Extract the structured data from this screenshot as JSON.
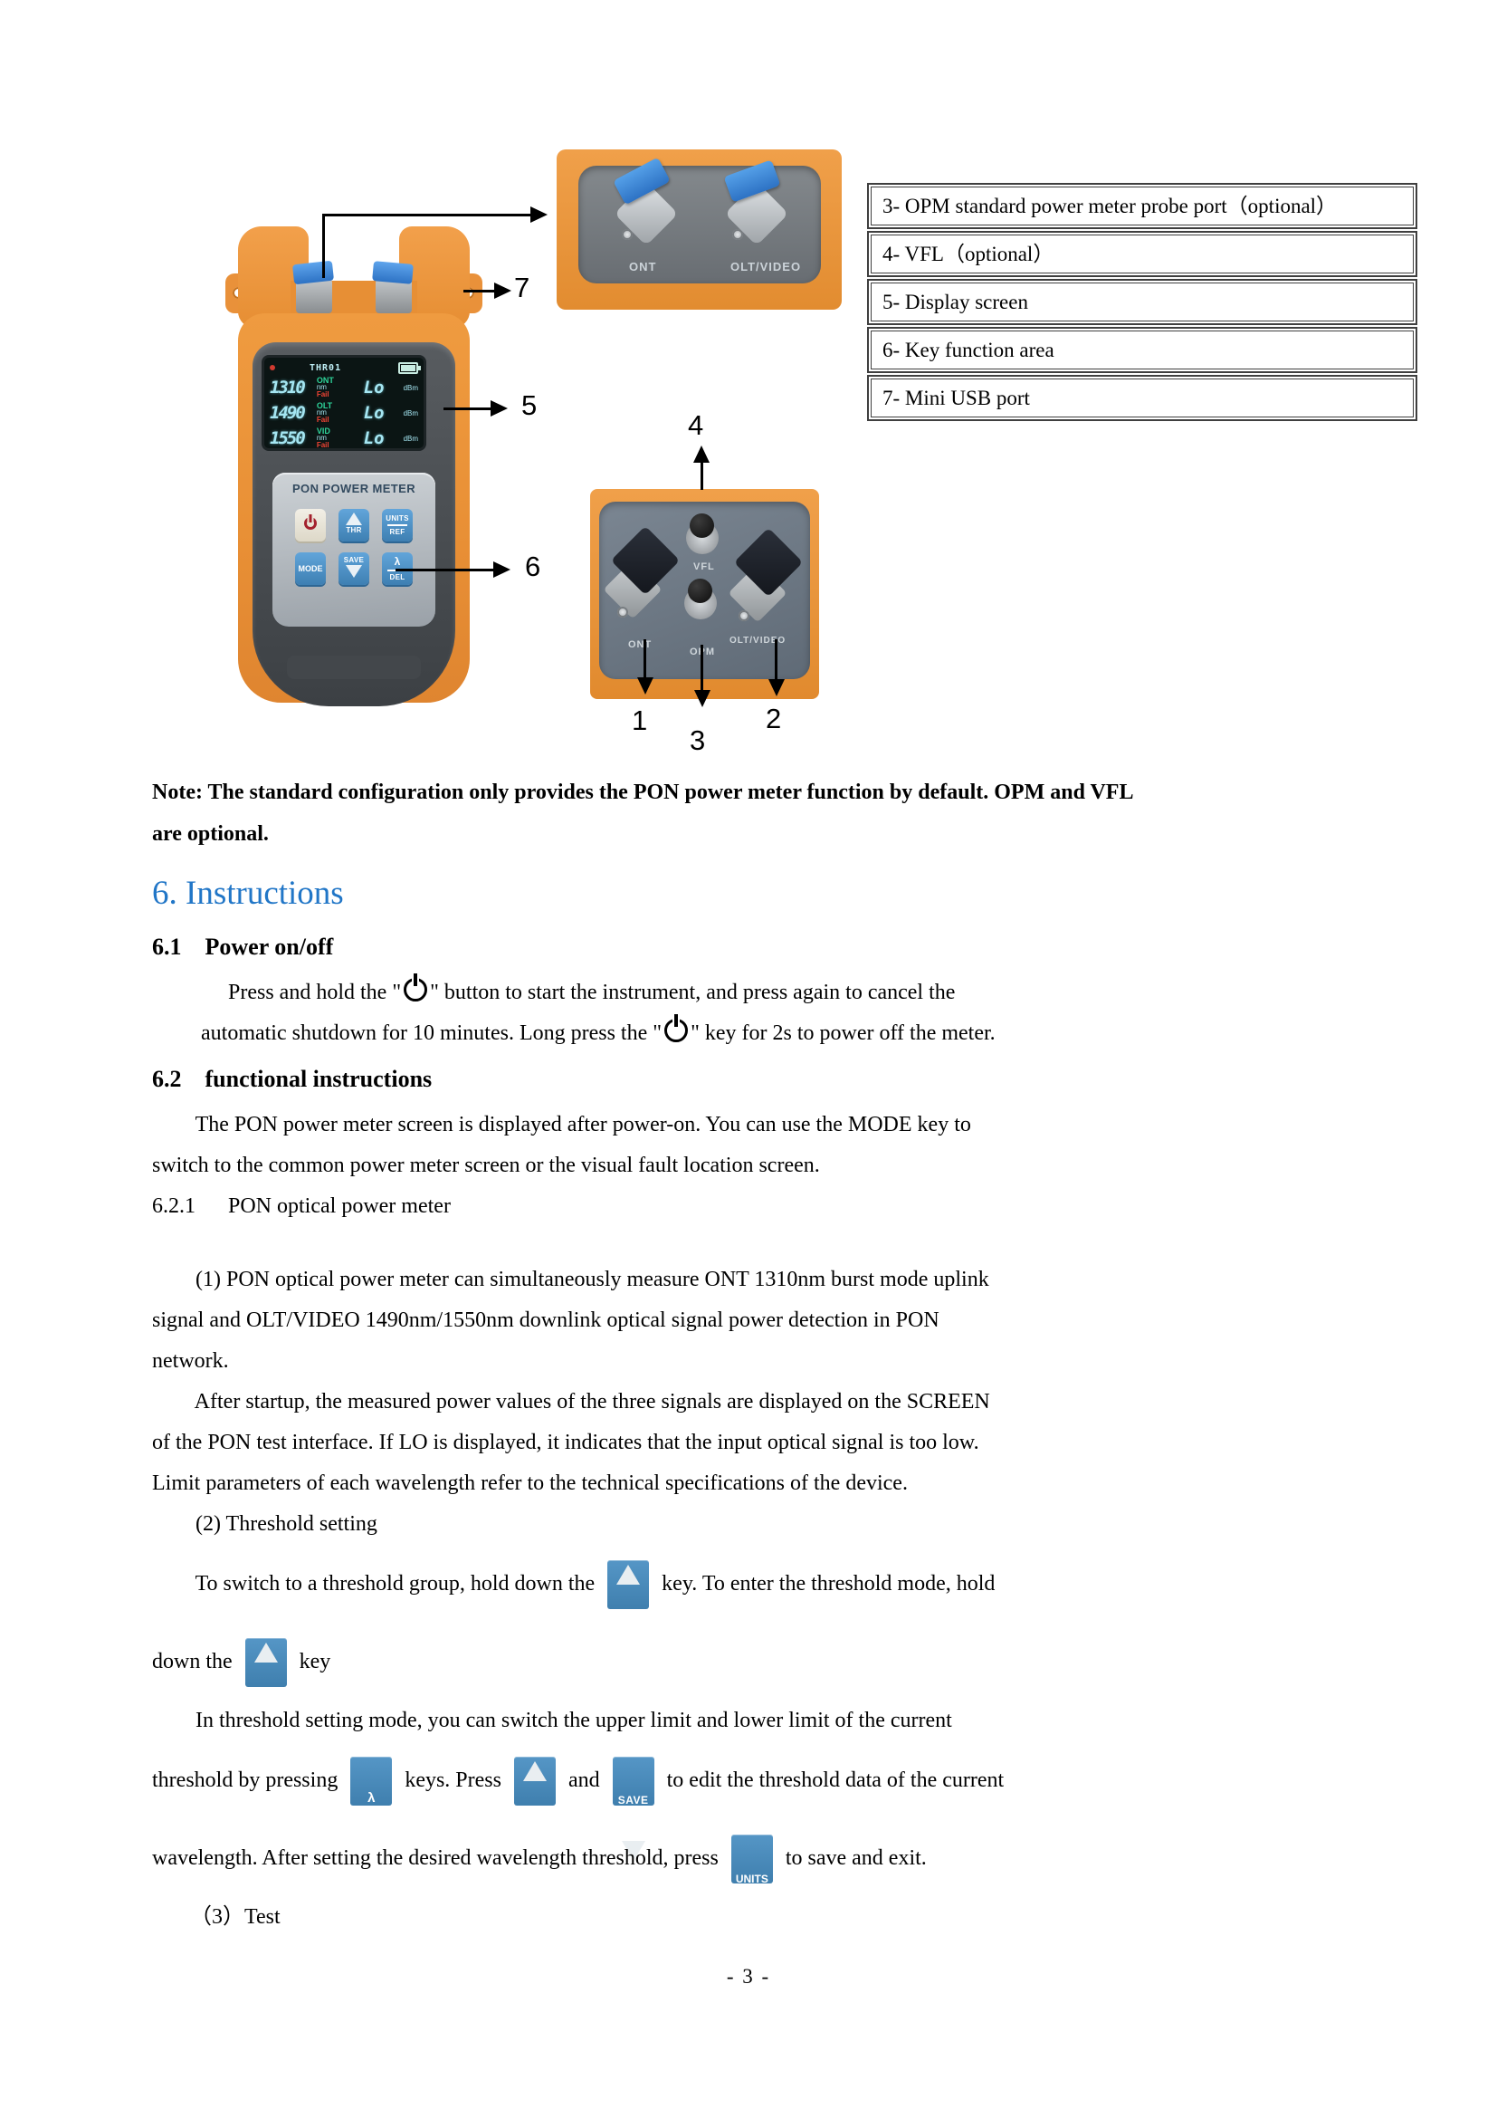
{
  "colors": {
    "heading_blue": "#2176c7",
    "device_orange": "#ee9a3c",
    "key_blue": "#4a8fc2",
    "lcd_cyan": "#a5e6f2",
    "lcd_green": "#2ed49a",
    "fail_red": "#ef4434",
    "sc_blue": "#2f82d8"
  },
  "figures": {
    "front_device": {
      "brand": "PON POWER METER",
      "lcd": {
        "status": "THR01",
        "rows": [
          {
            "wl": "1310",
            "tag": "ONT",
            "unit": "nm",
            "status": "Fail",
            "value": "Lo",
            "vunit": "dBm"
          },
          {
            "wl": "1490",
            "tag": "OLT",
            "unit": "nm",
            "status": "Fail",
            "value": "Lo",
            "vunit": "dBm"
          },
          {
            "wl": "1550",
            "tag": "VID",
            "unit": "nm",
            "status": "Fail",
            "value": "Lo",
            "vunit": "dBm"
          }
        ]
      },
      "keys": {
        "thr": "THR",
        "units": "UNITS",
        "ref": "REF",
        "mode": "MODE",
        "save": "SAVE",
        "lambda": "λ",
        "del": "DEL"
      }
    },
    "top_view": {
      "left_label": "ONT",
      "right_label": "OLT/VIDEO"
    },
    "bottom_view": {
      "ont": "ONT",
      "vfl": "VFL",
      "opm": "OPM",
      "olt": "OLT/VIDEO"
    },
    "callouts": [
      "1",
      "2",
      "3",
      "4",
      "5",
      "6",
      "7"
    ]
  },
  "legend_table": {
    "rows": [
      "3- OPM standard power meter probe port（optional）",
      "4- VFL（optional）",
      "5- Display screen",
      "6- Key function area",
      "7- Mini USB port"
    ]
  },
  "key_icons": {
    "power": {
      "style": "power"
    },
    "thr": {
      "style": "tri-up",
      "label": "THR"
    },
    "save": {
      "style": "tri-down",
      "label": "SAVE"
    },
    "lambda_del": {
      "style": "split",
      "top": "λ",
      "bottom": "DEL",
      "glyph_top": true
    },
    "units_ref": {
      "style": "split",
      "top": "UNITS",
      "bottom": "REF",
      "glyph_top": false
    }
  },
  "lines": [
    {
      "c": "b",
      "s": [
        {
          "t": "Note: The standard configuration only provides the PON power meter function by default. OPM and VFL"
        }
      ]
    },
    {
      "c": "b",
      "s": [
        {
          "t": "are optional."
        }
      ]
    },
    {
      "c": "h1",
      "s": [
        {
          "t": "6. Instructions"
        }
      ]
    },
    {
      "c": "h2",
      "s": [
        {
          "t": "6.1    Power on/off"
        }
      ]
    },
    {
      "c": "",
      "s": [
        {
          "t": "              Press and hold the \""
        },
        {
          "i": "power"
        },
        {
          "t": "\" button to start the instrument, and press again to cancel the"
        }
      ]
    },
    {
      "c": "",
      "s": [
        {
          "t": "         automatic shutdown for 10 minutes. Long press the \""
        },
        {
          "i": "power"
        },
        {
          "t": "\" key for 2s to power off the meter."
        }
      ]
    },
    {
      "c": "h2",
      "s": [
        {
          "t": "6.2    functional instructions"
        }
      ]
    },
    {
      "c": "",
      "s": [
        {
          "t": "        The PON power meter screen is displayed after power-on. You can use the MODE key to"
        }
      ]
    },
    {
      "c": "",
      "s": [
        {
          "t": "switch to the common power meter screen or the visual fault location screen."
        }
      ]
    },
    {
      "c": "",
      "s": [
        {
          "t": "6.2.1      PON optical power meter"
        }
      ]
    },
    {
      "c": "gap",
      "s": [
        {
          "t": "        (1) PON optical power meter can simultaneously measure ONT 1310nm burst mode uplink"
        }
      ]
    },
    {
      "c": "",
      "s": [
        {
          "t": "signal and OLT/VIDEO 1490nm/1550nm downlink optical signal power detection in PON"
        }
      ]
    },
    {
      "c": "",
      "s": [
        {
          "t": "network."
        }
      ]
    },
    {
      "c": "",
      "s": [
        {
          "t": "        After startup, the measured power values of the three signals are displayed on the SCREEN"
        }
      ]
    },
    {
      "c": "",
      "s": [
        {
          "t": "of the PON test interface. If LO is displayed, it indicates that the input optical signal is too low."
        }
      ]
    },
    {
      "c": "",
      "s": [
        {
          "t": "Limit parameters of each wavelength refer to the technical specifications of the device."
        }
      ]
    },
    {
      "c": "",
      "s": [
        {
          "t": "        (2) Threshold setting"
        }
      ]
    },
    {
      "c": "ic",
      "s": [
        {
          "t": "        To switch to a threshold group, hold down the  "
        },
        {
          "i": "thr"
        },
        {
          "t": "  key. To enter the threshold mode, hold"
        }
      ]
    },
    {
      "c": "ic",
      "s": [
        {
          "t": "down the  "
        },
        {
          "i": "thr"
        },
        {
          "t": "  key"
        }
      ]
    },
    {
      "c": "",
      "s": [
        {
          "t": "        In threshold setting mode, you can switch the upper limit and lower limit of the current"
        }
      ]
    },
    {
      "c": "ic",
      "s": [
        {
          "t": "threshold by pressing  "
        },
        {
          "i": "lambda_del"
        },
        {
          "t": "  keys. Press  "
        },
        {
          "i": "thr"
        },
        {
          "t": "  and  "
        },
        {
          "i": "save"
        },
        {
          "t": "  to edit the threshold data of the current"
        }
      ]
    },
    {
      "c": "ic",
      "s": [
        {
          "t": "wavelength. After setting the desired wavelength threshold, press  "
        },
        {
          "i": "units_ref"
        },
        {
          "t": "  to save and exit."
        }
      ]
    },
    {
      "c": "",
      "s": [
        {
          "t": "       （3）Test"
        }
      ]
    }
  ],
  "footer": {
    "page": "- 3 -"
  }
}
